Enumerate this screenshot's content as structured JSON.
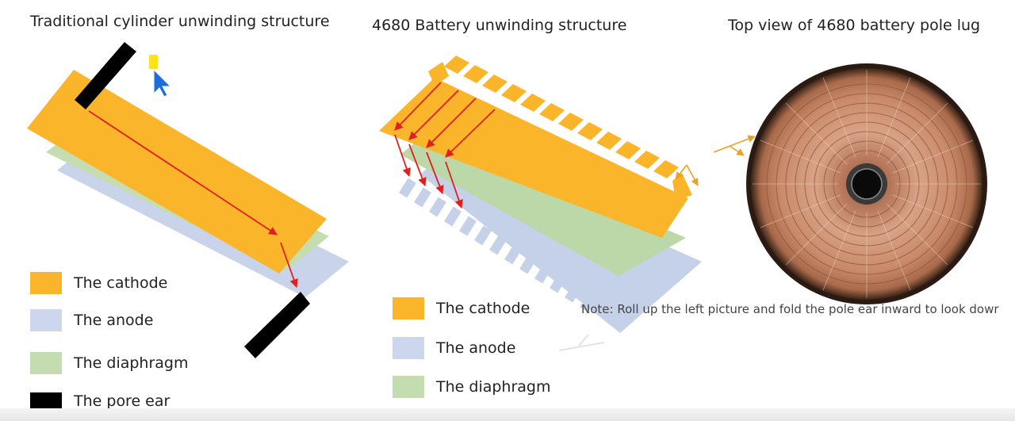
{
  "titles": {
    "traditional": "Traditional cylinder unwinding structure",
    "battery4680": "4680 Battery unwinding structure",
    "top_view": "Top view of 4680 battery pole lug"
  },
  "legend_left": [
    {
      "label": "The cathode",
      "color": "#fbb52a"
    },
    {
      "label": "The anode",
      "color": "#ccd6ec"
    },
    {
      "label": "The diaphragm",
      "color": "#c3ddb0"
    },
    {
      "label": "The pore ear",
      "color": "#000000"
    }
  ],
  "legend_mid": [
    {
      "label": "The cathode",
      "color": "#fbb52a"
    },
    {
      "label": "The anode",
      "color": "#ccd6ec"
    },
    {
      "label": "The diaphragm",
      "color": "#c3ddb0"
    }
  ],
  "note": "Note: Roll up the left picture and fold the pole ear inward to look dowr",
  "colors": {
    "cathode": "#fbb52a",
    "anode": "#c5d0e9",
    "diaphragm": "#bcd8a8",
    "pore_ear": "#000000",
    "arrow": "#e02020",
    "copper": "#c98a6a"
  },
  "icons": [
    "mouse-pointer-icon",
    "yellow-highlight-marker"
  ]
}
